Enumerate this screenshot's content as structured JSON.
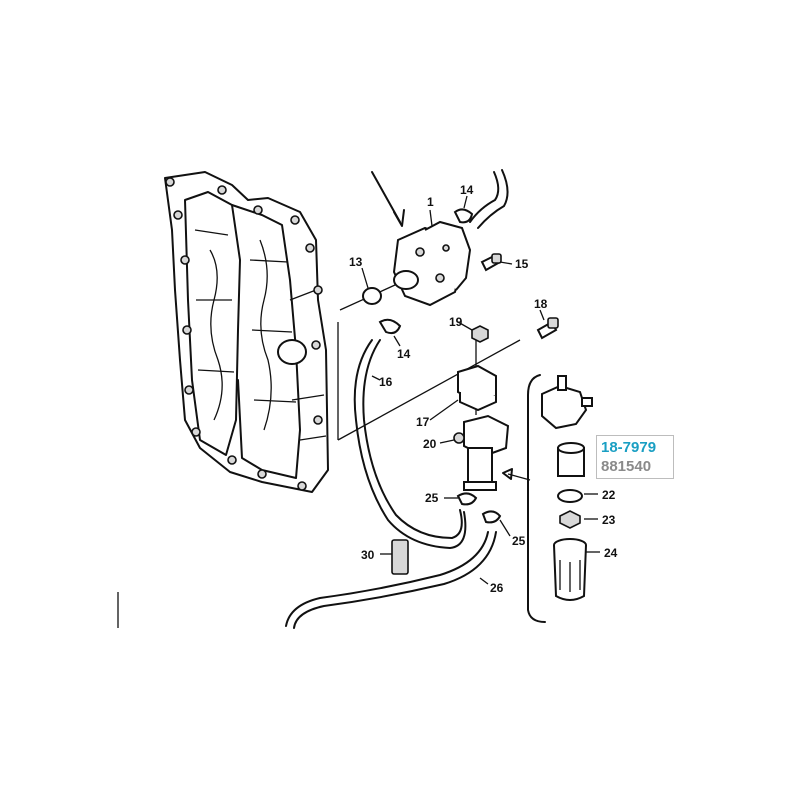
{
  "diagram": {
    "callouts": {
      "c1": "1",
      "c13": "13",
      "c14a": "14",
      "c14b": "14",
      "c15": "15",
      "c16": "16",
      "c17": "17",
      "c18": "18",
      "c19": "19",
      "c20": "20",
      "c22": "22",
      "c23": "23",
      "c24": "24",
      "c25a": "25",
      "c25b": "25",
      "c26": "26",
      "c30": "30"
    },
    "part_numbers": {
      "primary": "18-7979",
      "secondary": "881540"
    },
    "colors": {
      "primary_part_number": "#1a9fc3",
      "secondary_part_number": "#8a8a8a",
      "line_art": "#111111"
    }
  }
}
